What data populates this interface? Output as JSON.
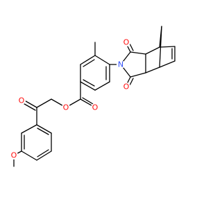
{
  "atoms": {
    "o_methoxy": {
      "label": "O",
      "color": "#ff0d0d"
    },
    "o_ketone": {
      "label": "O",
      "color": "#ff0d0d"
    },
    "o_ester_single": {
      "label": "O",
      "color": "#ff0d0d"
    },
    "o_ester_carbonyl": {
      "label": "O",
      "color": "#ff0d0d"
    },
    "o_imide_top": {
      "label": "O",
      "color": "#ff0d0d"
    },
    "o_imide_bottom": {
      "label": "O",
      "color": "#ff0d0d"
    },
    "n_imide": {
      "label": "N",
      "color": "#3050f8"
    }
  }
}
